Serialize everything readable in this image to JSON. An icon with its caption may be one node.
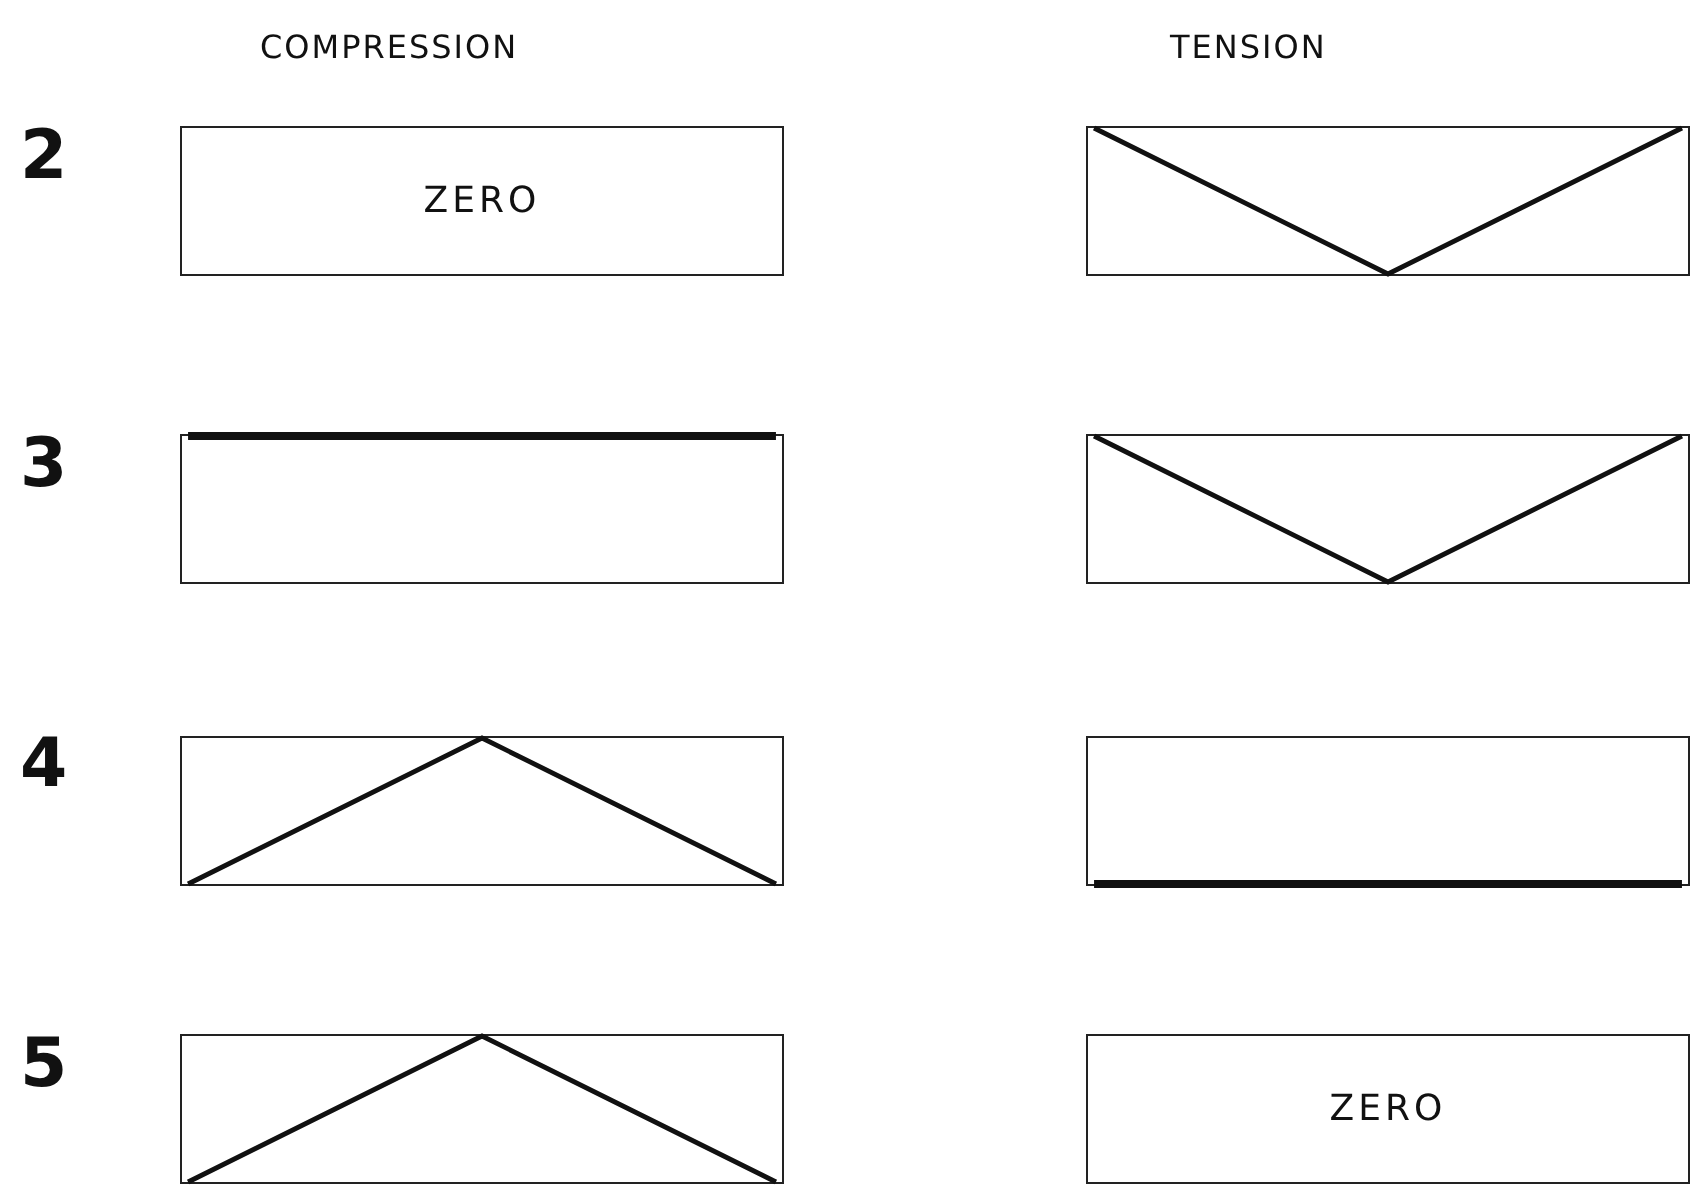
{
  "diagram": {
    "nodes": [
      {
        "text": [
          "ZERO"
        ]
      },
      {
        "text": [],
        "shape": "box"
      },
      {
        "text": [],
        "shape": "box"
      },
      {
        "text": [],
        "shape": "box"
      },
      {
        "text": [],
        "shape": "box"
      },
      {
        "text": [],
        "shape": "box"
      },
      {
        "text": [],
        "shape": "box"
      },
      {
        "text": [
          "ZERO"
        ]
      }
    ],
    "labels": [
      "COMPRESSION",
      "TENSION",
      "2",
      "3",
      "4",
      "5"
    ]
  }
}
